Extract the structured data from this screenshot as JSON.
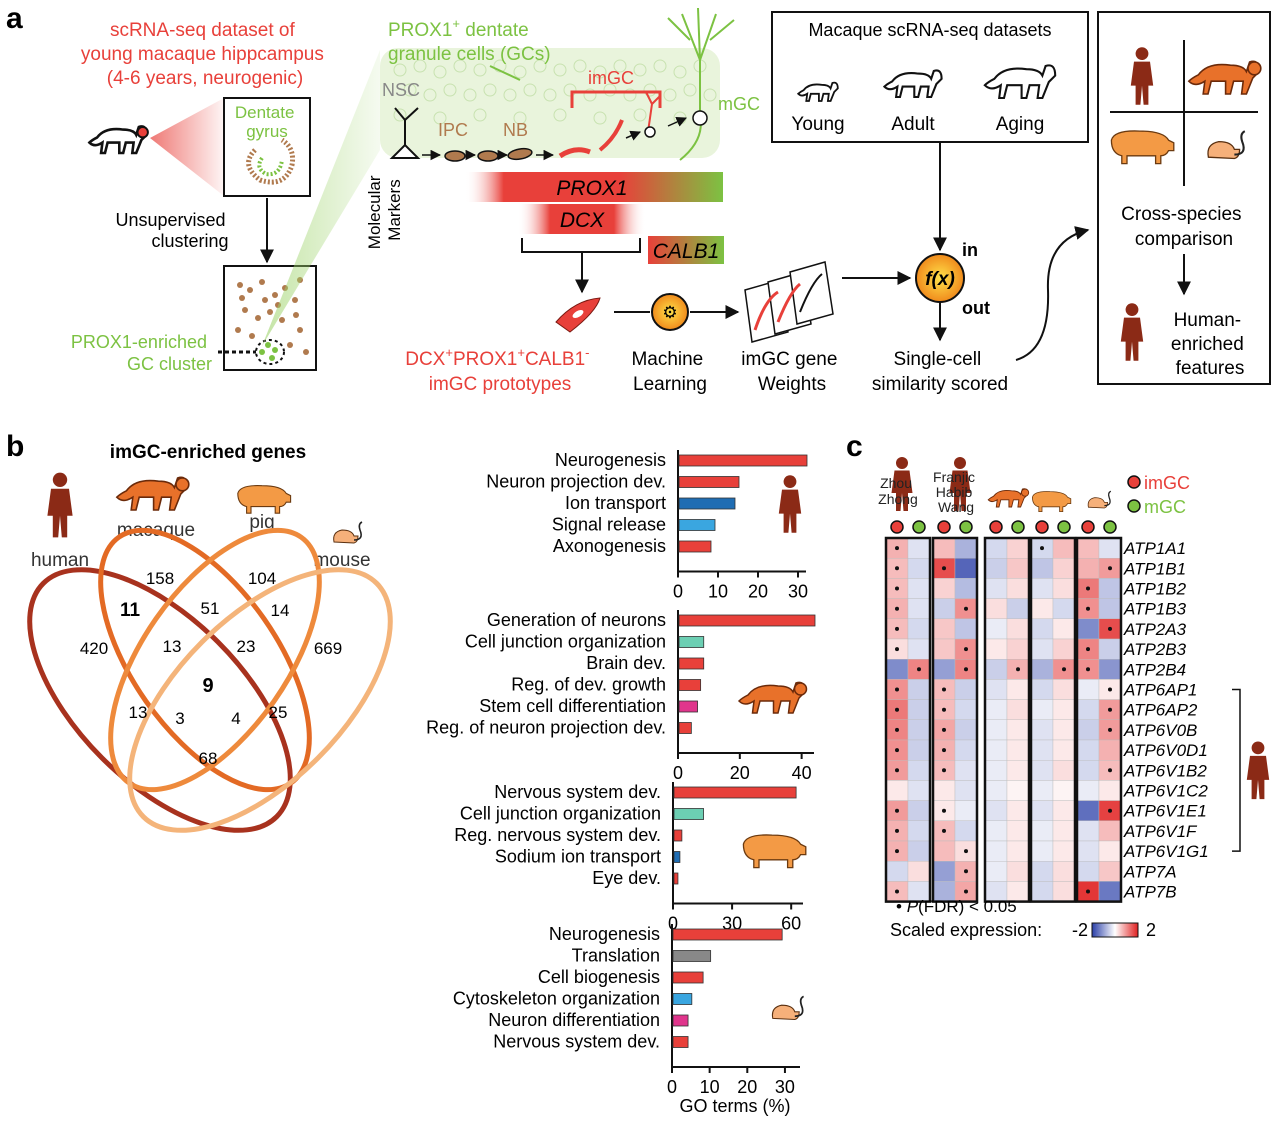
{
  "panel_a": {
    "letter": "a",
    "dataset_lines": [
      "scRNA-seq dataset of",
      "young macaque hippcampus",
      "(4-6 years, neurogenic)"
    ],
    "dentate_gyrus": [
      "Dentate",
      "gyrus"
    ],
    "unsupervised": [
      "Unsupervised",
      "clustering"
    ],
    "gc_cluster": [
      "PROX1-enriched",
      "GC cluster"
    ],
    "prox1_gc": [
      "PROX1",
      "+",
      " dentate",
      "granule cells (GCs)"
    ],
    "stages": {
      "nsc": "NSC",
      "ipc": "IPC",
      "nb": "NB",
      "imgc": "imGC",
      "mgc": "mGC"
    },
    "molecular_markers": [
      "Molecular",
      "Markers"
    ],
    "markers": {
      "prox1": "PROX1",
      "dcx": "DCX",
      "calb1": "CALB1"
    },
    "prototype_lines": [
      "DCX",
      "+",
      "PROX1",
      "+",
      "CALB1",
      "-",
      "imGC prototypes"
    ],
    "machine_learning": [
      "Machine",
      "Learning"
    ],
    "weights": [
      "imGC gene",
      "Weights"
    ],
    "fx": "f(x)",
    "in_label": "in",
    "out_label": "out",
    "similarity": [
      "Single-cell",
      "similarity scored"
    ],
    "macaque_box_title": "Macaque scRNA-seq datasets",
    "ages": [
      "Young",
      "Adult",
      "Aging"
    ],
    "cross_species": [
      "Cross-species",
      "comparison"
    ],
    "human_enriched": [
      "Human-",
      "enriched",
      "features"
    ]
  },
  "panel_b": {
    "letter": "b",
    "title": "imGC-enriched genes",
    "species": {
      "human": "human",
      "macaque": "macaque",
      "pig": "pig",
      "mouse": "mouse"
    },
    "venn_counts": [
      {
        "label": "human only",
        "value": "420"
      },
      {
        "label": "macaque only",
        "value": "158"
      },
      {
        "label": "pig only",
        "value": "104"
      },
      {
        "label": "mouse only",
        "value": "669"
      },
      {
        "label": "human+macaque",
        "value": "11"
      },
      {
        "label": "macaque+pig",
        "value": "51"
      },
      {
        "label": "pig+mouse",
        "value": "14"
      },
      {
        "label": "human+macaque+pig",
        "value": "13"
      },
      {
        "label": "macaque+pig+mouse",
        "value": "23"
      },
      {
        "label": "all four",
        "value": "9"
      },
      {
        "label": "human+pig",
        "value": "13"
      },
      {
        "label": "human+pig+mouse",
        "value": "3"
      },
      {
        "label": "human+macaque+mouse",
        "value": "4"
      },
      {
        "label": "macaque+mouse",
        "value": "25"
      },
      {
        "label": "human+mouse",
        "value": "68"
      }
    ],
    "xlabel": "GO terms (%)"
  },
  "chart_data": [
    {
      "type": "bar",
      "species": "human",
      "categories": [
        "Neurogenesis",
        "Neuron projection dev.",
        "Ion transport",
        "Signal release",
        "Axonogenesis"
      ],
      "values": [
        32,
        15,
        14,
        9,
        8
      ],
      "colors": [
        "#e8403a",
        "#e8403a",
        "#1f6db3",
        "#3aa6e0",
        "#e8403a"
      ],
      "xlim": [
        0,
        32
      ],
      "ticks": [
        0,
        10,
        20,
        30
      ]
    },
    {
      "type": "bar",
      "species": "macaque",
      "categories": [
        "Generation of neurons",
        "Cell junction organization",
        "Brain dev.",
        "Reg. of dev. growth",
        "Stem cell differentiation",
        "Reg. of neuron projection dev."
      ],
      "values": [
        44,
        8,
        8,
        7,
        6,
        4
      ],
      "colors": [
        "#e8403a",
        "#6ccfb3",
        "#e8403a",
        "#e8403a",
        "#e0358c",
        "#e8403a"
      ],
      "xlim": [
        0,
        44
      ],
      "ticks": [
        0,
        20,
        40
      ]
    },
    {
      "type": "bar",
      "species": "pig",
      "categories": [
        "Nervous system dev.",
        "Cell junction organization",
        "Reg. nervous system dev.",
        "Sodium ion transport",
        "Eye dev."
      ],
      "values": [
        62,
        15,
        4,
        3,
        2
      ],
      "colors": [
        "#e8403a",
        "#6ccfb3",
        "#e8403a",
        "#1f6db3",
        "#e8403a"
      ],
      "xlim": [
        0,
        66
      ],
      "ticks": [
        0,
        30,
        60
      ]
    },
    {
      "type": "bar",
      "species": "mouse",
      "categories": [
        "Neurogenesis",
        "Translation",
        "Cell biogenesis",
        "Cytoskeleton organization",
        "Neuron differentiation",
        "Nervous system dev."
      ],
      "values": [
        29,
        10,
        8,
        5,
        4,
        4
      ],
      "colors": [
        "#e8403a",
        "#888888",
        "#e8403a",
        "#3aa6e0",
        "#e0358c",
        "#e8403a"
      ],
      "xlim": [
        0,
        34
      ],
      "ticks": [
        0,
        10,
        20,
        30
      ]
    },
    {
      "type": "heatmap",
      "genes": [
        "ATP1A1",
        "ATP1B1",
        "ATP1B2",
        "ATP1B3",
        "ATP2A3",
        "ATP2B3",
        "ATP2B4",
        "ATP6AP1",
        "ATP6AP2",
        "ATP6V0B",
        "ATP6V0D1",
        "ATP6V1B2",
        "ATP6V1C2",
        "ATP6V1E1",
        "ATP6V1F",
        "ATP6V1G1",
        "ATP7A",
        "ATP7B"
      ],
      "datasets": [
        "Zhou Zhong",
        "Franjic Habib Wang",
        "macaque",
        "pig",
        "mouse"
      ],
      "columns": [
        "imGC",
        "mGC",
        "imGC",
        "mGC",
        "imGC",
        "mGC",
        "imGC",
        "mGC",
        "imGC",
        "mGC"
      ],
      "values": [
        [
          0.7,
          -0.3,
          0.6,
          -0.8,
          -0.4,
          0.4,
          -0.4,
          0.6,
          0.6,
          -0.3
        ],
        [
          0.6,
          -0.4,
          1.6,
          -1.6,
          -0.5,
          0.5,
          -0.6,
          0.4,
          0.7,
          0.9
        ],
        [
          0.6,
          -0.3,
          0.4,
          -0.7,
          -0.3,
          0.3,
          -0.3,
          0.3,
          1.2,
          -0.6
        ],
        [
          0.7,
          -0.3,
          -0.5,
          1.0,
          0.3,
          -0.5,
          0.2,
          -0.4,
          1.0,
          -0.6
        ],
        [
          0.6,
          -0.4,
          0.5,
          -0.6,
          -0.2,
          0.3,
          -0.4,
          0.2,
          -1.2,
          1.6
        ],
        [
          0.3,
          -0.3,
          0.5,
          1.0,
          0.2,
          0.4,
          -0.3,
          0.4,
          1.1,
          -0.5
        ],
        [
          -1.2,
          1.1,
          -1.0,
          1.1,
          -0.5,
          0.7,
          -0.8,
          1.0,
          1.0,
          -1.1
        ],
        [
          1.0,
          -0.5,
          0.6,
          -0.5,
          -0.3,
          0.2,
          -0.4,
          0.3,
          -0.2,
          0.2
        ],
        [
          1.2,
          -0.5,
          0.6,
          -0.4,
          -0.2,
          0.3,
          -0.2,
          0.2,
          -0.4,
          0.9
        ],
        [
          1.1,
          -0.5,
          0.8,
          -0.5,
          -0.2,
          0.2,
          -0.3,
          0.2,
          -0.5,
          0.9
        ],
        [
          1.0,
          -0.5,
          0.7,
          -0.4,
          -0.2,
          0.2,
          -0.3,
          0.2,
          -0.4,
          0.7
        ],
        [
          0.9,
          -0.4,
          0.6,
          -0.3,
          -0.2,
          0.2,
          -0.3,
          0.3,
          -0.4,
          0.6
        ],
        [
          0.2,
          -0.3,
          0.2,
          -0.3,
          -0.2,
          0.1,
          -0.2,
          0.1,
          -0.2,
          0.2
        ],
        [
          0.9,
          -0.5,
          0.2,
          -0.2,
          -0.3,
          0.2,
          -0.3,
          0.2,
          -1.5,
          1.7
        ],
        [
          0.7,
          -0.4,
          0.6,
          -0.4,
          -0.2,
          0.2,
          -0.2,
          0.2,
          -0.3,
          0.6
        ],
        [
          0.7,
          -0.5,
          0.6,
          0.3,
          -0.2,
          0.2,
          -0.2,
          0.2,
          -0.3,
          0.2
        ],
        [
          -0.4,
          0.3,
          -1.0,
          0.7,
          -0.2,
          0.3,
          -0.4,
          0.3,
          -0.4,
          0.5
        ],
        [
          0.6,
          -0.3,
          -0.8,
          0.8,
          -0.3,
          0.2,
          -0.4,
          0.3,
          1.8,
          -1.4
        ]
      ],
      "significant": [
        [
          0,
          0
        ],
        [
          0,
          6
        ],
        [
          1,
          0
        ],
        [
          1,
          2
        ],
        [
          1,
          9
        ],
        [
          2,
          0
        ],
        [
          2,
          8
        ],
        [
          3,
          0
        ],
        [
          3,
          3
        ],
        [
          3,
          8
        ],
        [
          4,
          0
        ],
        [
          4,
          9
        ],
        [
          5,
          0
        ],
        [
          5,
          3
        ],
        [
          5,
          8
        ],
        [
          6,
          1
        ],
        [
          6,
          3
        ],
        [
          6,
          5
        ],
        [
          6,
          7
        ],
        [
          6,
          8
        ],
        [
          7,
          0
        ],
        [
          7,
          2
        ],
        [
          7,
          9
        ],
        [
          8,
          0
        ],
        [
          8,
          2
        ],
        [
          8,
          9
        ],
        [
          9,
          0
        ],
        [
          9,
          2
        ],
        [
          9,
          9
        ],
        [
          10,
          0
        ],
        [
          10,
          2
        ],
        [
          11,
          0
        ],
        [
          11,
          2
        ],
        [
          11,
          9
        ],
        [
          13,
          0
        ],
        [
          13,
          2
        ],
        [
          13,
          9
        ],
        [
          14,
          0
        ],
        [
          14,
          2
        ],
        [
          15,
          0
        ],
        [
          15,
          3
        ],
        [
          16,
          3
        ],
        [
          17,
          0
        ],
        [
          17,
          3
        ],
        [
          17,
          8
        ]
      ],
      "legend_imgc": "imGC",
      "legend_mgc": "mGC",
      "fdr_p": "P",
      "fdr_rest": "(FDR) < 0.05",
      "scale_label": "Scaled expression:",
      "scale_min": "-2",
      "scale_max": "2",
      "colors": {
        "low": "#2a3fa8",
        "mid": "#ffffff",
        "high": "#e02020"
      }
    }
  ],
  "panel_c": {
    "letter": "c",
    "zhou": [
      "Zhou",
      "Zhong"
    ],
    "franjic": [
      "Franjic",
      "Habib",
      "Wang"
    ]
  }
}
